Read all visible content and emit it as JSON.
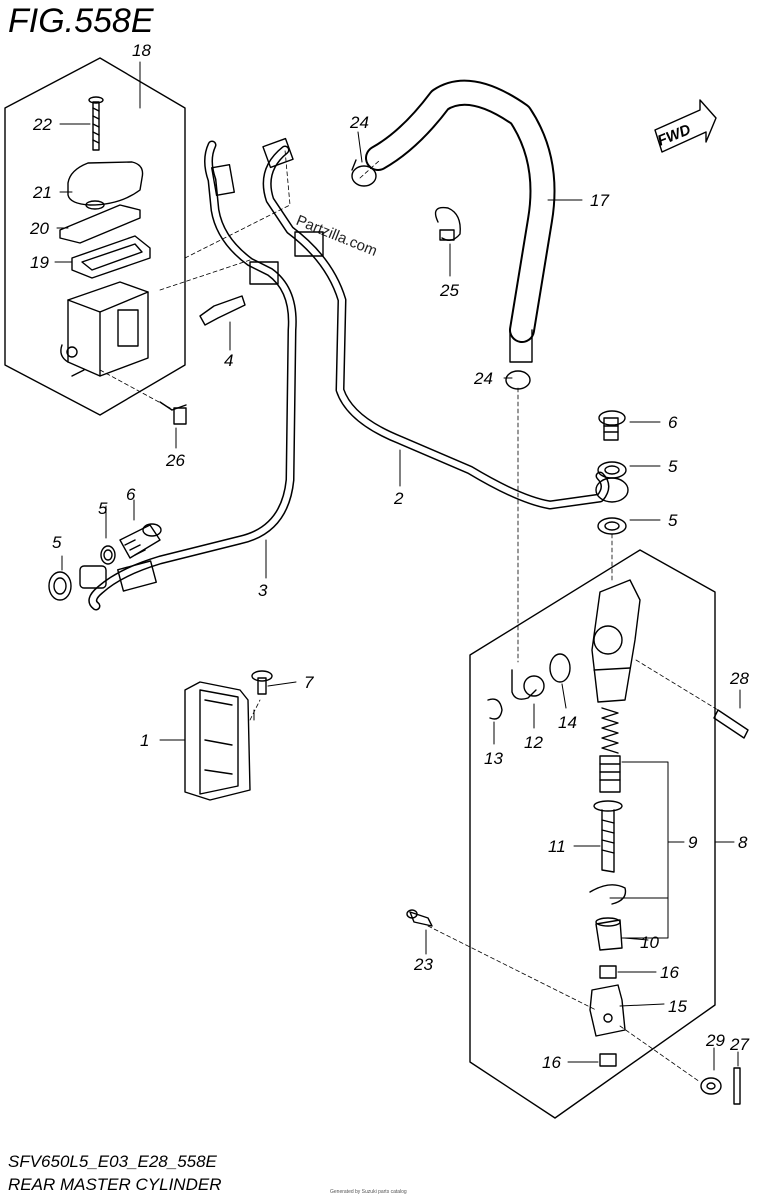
{
  "figure": {
    "title": "FIG.558E",
    "code": "SFV650L5_E03_E28_558E",
    "name": "REAR MASTER CYLINDER",
    "watermark": "Partzilla.com",
    "footer_micro": "Generated by Suzuki parts catalog",
    "direction_label": "FWD"
  },
  "callouts": [
    {
      "id": "c18",
      "label": "18"
    },
    {
      "id": "c22",
      "label": "22"
    },
    {
      "id": "c21",
      "label": "21"
    },
    {
      "id": "c20",
      "label": "20"
    },
    {
      "id": "c19",
      "label": "19"
    },
    {
      "id": "c26",
      "label": "26"
    },
    {
      "id": "c24a",
      "label": "24"
    },
    {
      "id": "c25",
      "label": "25"
    },
    {
      "id": "c17",
      "label": "17"
    },
    {
      "id": "c24b",
      "label": "24"
    },
    {
      "id": "c4",
      "label": "4"
    },
    {
      "id": "c6a",
      "label": "6"
    },
    {
      "id": "c5a",
      "label": "5"
    },
    {
      "id": "c2",
      "label": "2"
    },
    {
      "id": "c5b",
      "label": "5"
    },
    {
      "id": "c5c",
      "label": "5"
    },
    {
      "id": "c5d",
      "label": "5"
    },
    {
      "id": "c6b",
      "label": "6"
    },
    {
      "id": "c3",
      "label": "3"
    },
    {
      "id": "c7",
      "label": "7"
    },
    {
      "id": "c1",
      "label": "1"
    },
    {
      "id": "c28",
      "label": "28"
    },
    {
      "id": "c13",
      "label": "13"
    },
    {
      "id": "c12",
      "label": "12"
    },
    {
      "id": "c14",
      "label": "14"
    },
    {
      "id": "c11",
      "label": "11"
    },
    {
      "id": "c9",
      "label": "9"
    },
    {
      "id": "c8",
      "label": "8"
    },
    {
      "id": "c10",
      "label": "10"
    },
    {
      "id": "c23",
      "label": "23"
    },
    {
      "id": "c16a",
      "label": "16"
    },
    {
      "id": "c15",
      "label": "15"
    },
    {
      "id": "c16b",
      "label": "16"
    },
    {
      "id": "c29",
      "label": "29"
    },
    {
      "id": "c27",
      "label": "27"
    }
  ]
}
